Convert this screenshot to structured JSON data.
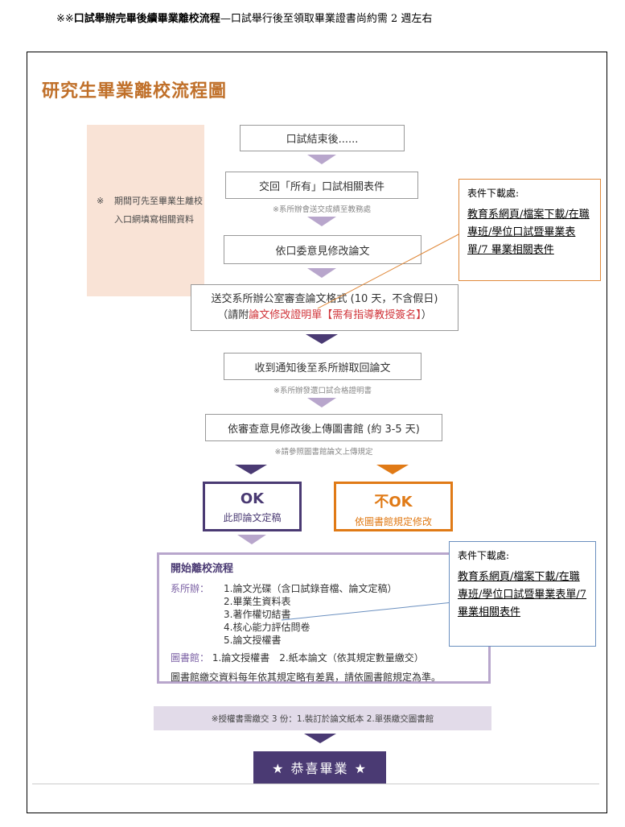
{
  "header": {
    "prefix": "※※",
    "bold_title": "口試舉辦完畢後續畢業離校流程",
    "rest": "—口試舉行後至領取畢業證書尚約需 2 週左右"
  },
  "diagram_title": "研究生畢業離校流程圖",
  "side_note": {
    "mark": "※",
    "text": "期間可先至畢業生離校入口網填寫相關資料"
  },
  "steps": {
    "s1": "口試結束後......",
    "s2": "交回「所有」口試相關表件",
    "s2_note": "※系所辦會送交成績至教務處",
    "s3": "依口委意見修改論文",
    "s4_line1": "送交系所辦公室審查論文格式 (10 天，不含假日)",
    "s4_prefix": "（請附",
    "s4_red": "論文修改證明單【需有指導教授簽名】",
    "s4_suffix": "）",
    "s5": "收到通知後至系所辦取回論文",
    "s5_note": "※系所辦發還口試合格證明書",
    "s6": "依審查意見修改後上傳圖書館 (約 3-5 天)",
    "s6_note": "※請參照圖書館論文上傳規定"
  },
  "ok": {
    "title": "OK",
    "desc": "此即論文定稿"
  },
  "not_ok": {
    "title": "不OK",
    "desc": "依圖書館規定修改"
  },
  "departure": {
    "heading": "開始離校流程",
    "dept_label": "系所辦：",
    "dept_items": [
      "1.論文光碟（含口試錄音檔、論文定稿）",
      "2.畢業生資料表",
      "3.著作權切結書",
      "4.核心能力評估問卷",
      "5.論文授權書"
    ],
    "lib_label": "圖書館：",
    "lib_items": "1.論文授權書　2.紙本論文（依其規定數量繳交）",
    "footer": "圖書館繳交資料每年依其規定略有差異，請依圖書館規定為準。"
  },
  "band_note": "※授權書需繳交 3 份：1.裝訂於論文紙本 2.單張繳交圖書館",
  "congrats": "★ 恭喜畢業 ★",
  "callouts": [
    {
      "title": "表件下載處:",
      "link": "教育系網頁/檔案下載/在職專班/學位口試暨畢業表單/7 畢業相關表件"
    },
    {
      "title": "表件下載處:",
      "link": "教育系網頁/檔案下載/在職專班/學位口試暨畢業表單/7 畢業相關表件"
    }
  ],
  "colors": {
    "purple": "#4a3a73",
    "light_purple": "#b8a6cc",
    "orange": "#e07a16",
    "title_orange": "#c0702a",
    "red": "#d0343a"
  }
}
